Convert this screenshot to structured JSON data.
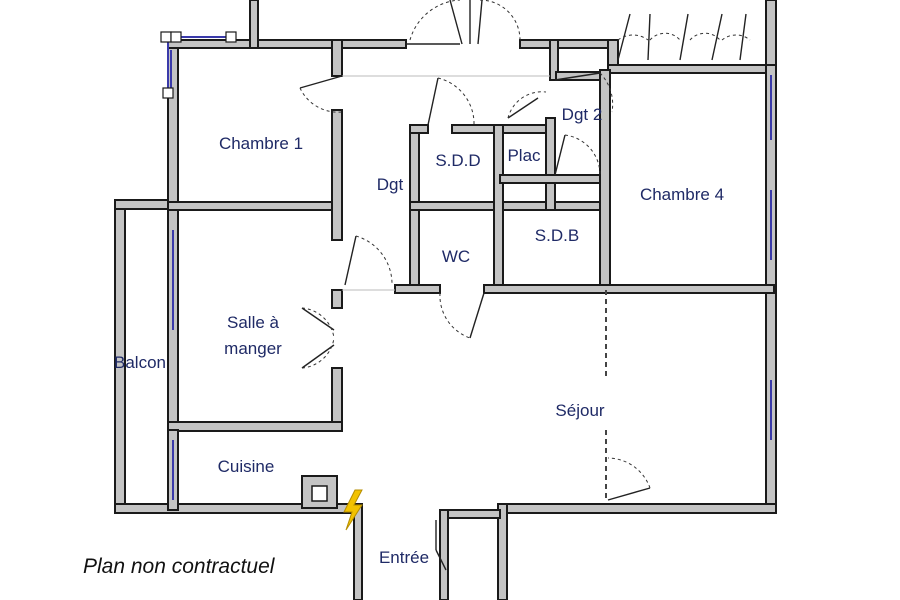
{
  "plan": {
    "rooms": {
      "chambre1": "Chambre 1",
      "dgt": "Dgt",
      "sdd": "S.D.D",
      "plac": "Plac",
      "dgt2": "Dgt 2",
      "chambre4": "Chambre 4",
      "wc": "WC",
      "sdb": "S.D.B",
      "salle_line1": "Salle à",
      "salle_line2": "manger",
      "balcon": "Balcon",
      "sejour": "Séjour",
      "cuisine": "Cuisine",
      "entree": "Entrée"
    },
    "disclaimer": "Plan non contractuel",
    "colors": {
      "wall_fill": "#c4c4c4",
      "wall_stroke": "#1a1a1a",
      "label": "#1f2a66",
      "glass": "#3a3aaa",
      "electric": "#f2c200"
    },
    "icons": {
      "electric_panel": "lightning-icon",
      "selection_handle": "selection-handle-icon"
    }
  }
}
